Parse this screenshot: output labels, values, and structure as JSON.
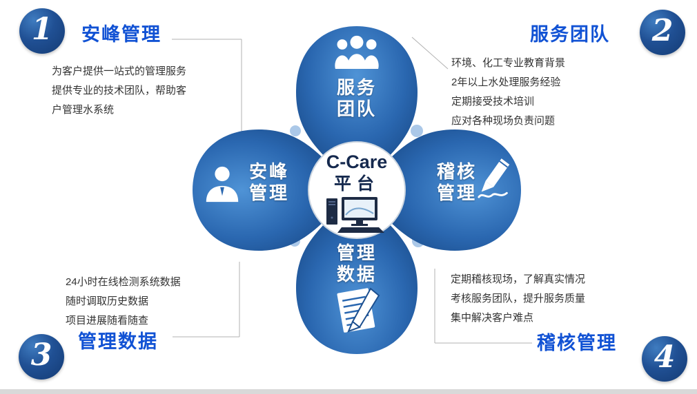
{
  "diagram": {
    "center": {
      "title": "C-Care",
      "subtitle": "平台"
    },
    "petals": {
      "top": {
        "line1": "服务",
        "line2": "团队"
      },
      "left": {
        "line1": "安峰",
        "line2": "管理"
      },
      "right": {
        "line1": "稽核",
        "line2": "管理"
      },
      "bottom": {
        "line1": "管理",
        "line2": "数据"
      }
    }
  },
  "sections": {
    "top_left": {
      "number": "1",
      "heading": "安峰管理",
      "lines": [
        "为客户提供一站式的管理服务",
        "提供专业的技术团队，帮助客",
        "户管理水系统"
      ]
    },
    "top_right": {
      "number": "2",
      "heading": "服务团队",
      "lines": [
        "环境、化工专业教育背景",
        "2年以上水处理服务经验",
        "定期接受技术培训",
        "应对各种现场负责问题"
      ]
    },
    "bottom_left": {
      "number": "3",
      "heading": "管理数据",
      "lines": [
        "24小时在线检测系统数据",
        "随时调取历史数据",
        "项目进展随看随查"
      ]
    },
    "bottom_right": {
      "number": "4",
      "heading": "稽核管理",
      "lines": [
        "定期稽核现场，了解真实情况",
        "考核服务团队，提升服务质量",
        "集中解决客户难点"
      ]
    }
  },
  "colors": {
    "petal_light": "#4f93d6",
    "petal_mid": "#2a67b0",
    "petal_dark": "#123e77",
    "heading_blue": "#1152d4",
    "badge_blue": "#1b4a8c",
    "center_text": "#15294e"
  },
  "icons": {
    "top": "team-icon",
    "left": "person-icon",
    "right": "pencil-icon",
    "bottom": "document-pen-icon",
    "center": "computer-icon"
  }
}
